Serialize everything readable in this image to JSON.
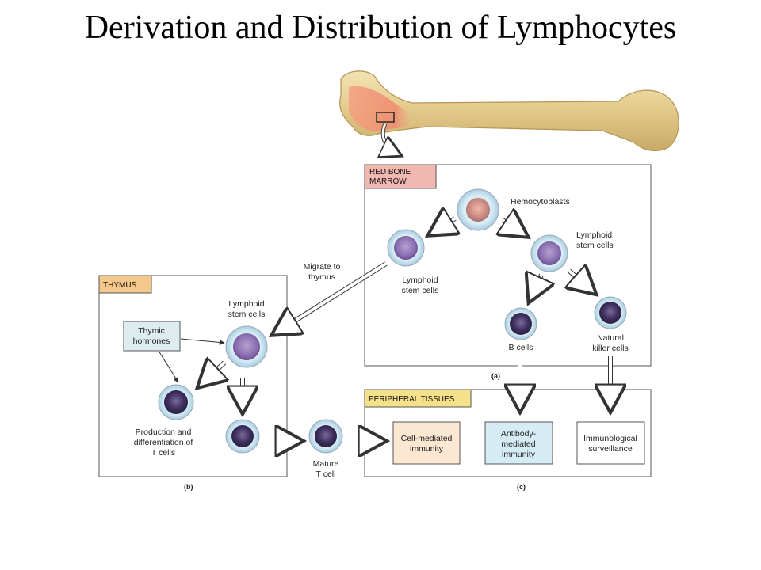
{
  "title": "Derivation and Distribution of Lymphocytes",
  "panels": {
    "marrow_label_line1": "RED BONE",
    "marrow_label_line2": "MARROW",
    "thymus_label": "THYMUS",
    "peripheral_label": "PERIPHERAL TISSUES",
    "cap_a": "(a)",
    "cap_b": "(b)",
    "cap_c": "(c)"
  },
  "labels": {
    "hemocytoblasts": "Hemocytoblasts",
    "lymphoid_right_1": "Lymphoid",
    "lymphoid_right_2": "stem cells",
    "lymphoid_left_1": "Lymphoid",
    "lymphoid_left_2": "stem cells",
    "migrate_1": "Migrate to",
    "migrate_2": "thymus",
    "b_cells": "B cells",
    "nk_1": "Natural",
    "nk_2": "killer cells",
    "thymic_lymphoid_1": "Lymphoid",
    "thymic_lymphoid_2": "stem cells",
    "thymic_hormones_1": "Thymic",
    "thymic_hormones_2": "hormones",
    "production_1": "Production and",
    "production_2": "differentiation of",
    "production_3": "T cells",
    "mature_1": "Mature",
    "mature_2": "T cell"
  },
  "outcomes": {
    "cell_mediated_1": "Cell-mediated",
    "cell_mediated_2": "immunity",
    "antibody_1": "Antibody-",
    "antibody_2": "mediated",
    "antibody_3": "immunity",
    "immuno_1": "Immunological",
    "immuno_2": "surveillance"
  },
  "colors": {
    "marrow_header": "#f0b8b0",
    "thymus_header": "#f5c78a",
    "peripheral_header": "#f5e18a",
    "cell_mediated_fill": "#fbe7d2",
    "antibody_fill": "#d6ecf5",
    "immuno_fill": "#ffffff",
    "hormones_fill": "#dcecef",
    "bone": "#e8d39a"
  }
}
